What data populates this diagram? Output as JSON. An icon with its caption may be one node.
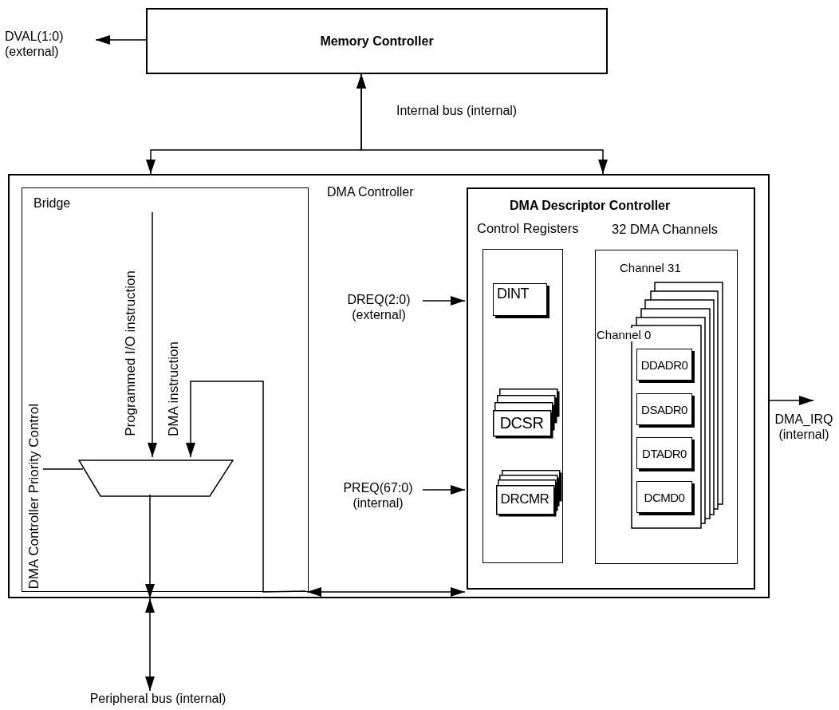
{
  "diagram": {
    "nodes": [
      {
        "text": [
          "DVAL(1:0) (external)"
        ]
      },
      {
        "text": [
          "Memory Controller"
        ]
      },
      {
        "text": [
          "DMA Controller"
        ]
      },
      {
        "text": [
          "Bridge"
        ],
        "in": 2
      },
      {
        "text": [
          "DMA Controller Priority Control"
        ],
        "in": 3
      },
      {
        "text": [],
        "shape": "trapezoid",
        "in": 3
      },
      {
        "text": [
          "DREQ(2:0) (external)"
        ],
        "in": 2
      },
      {
        "text": [
          "PREQ(67:0) (internal)"
        ],
        "in": 2
      },
      {
        "text": [
          "DMA Descriptor Controller"
        ],
        "in": 2
      },
      {
        "text": [
          "Control Registers"
        ],
        "in": 8
      },
      {
        "text": [
          "DINT"
        ],
        "in": 9
      },
      {
        "text": [
          "DCSR"
        ],
        "in": 9
      },
      {
        "text": [
          "DRCMR"
        ],
        "in": 9
      },
      {
        "text": [
          "32 DMA Channels"
        ],
        "in": 8
      },
      {
        "text": [
          "Channel 31",
          "Channel 0"
        ],
        "in": 13
      },
      {
        "text": [
          "DDADR0"
        ],
        "in": 14
      },
      {
        "text": [
          "DSADR0"
        ],
        "in": 14
      },
      {
        "text": [
          "DTADR0"
        ],
        "in": 14
      },
      {
        "text": [
          "DCMD0"
        ],
        "in": 14
      },
      {
        "text": [
          "DMA_IRQ (internal)"
        ]
      },
      {
        "text": [
          "Peripheral bus (internal)"
        ]
      }
    ],
    "edges": [
      {
        "from": 1,
        "to": 0,
        "arrow": "to"
      },
      {
        "from": 1,
        "to": 2,
        "arrow": "both",
        "label": "Internal bus (internal)"
      },
      {
        "from": 1,
        "to": 2,
        "arrow": "both"
      },
      {
        "from": null,
        "to": 5,
        "arrow": "to",
        "label": "Programmed I/O instruction"
      },
      {
        "from": null,
        "to": 5,
        "arrow": "to",
        "label": "DMA instruction"
      },
      {
        "from": 4,
        "to": 5,
        "arrow": "none"
      },
      {
        "from": 6,
        "to": 8,
        "arrow": "to"
      },
      {
        "from": 7,
        "to": 8,
        "arrow": "to"
      },
      {
        "from": 3,
        "to": 8,
        "arrow": "both"
      },
      {
        "from": 5,
        "to": 2,
        "arrow": "to"
      },
      {
        "from": 2,
        "to": 20,
        "arrow": "both"
      },
      {
        "from": 2,
        "to": 19,
        "arrow": "to"
      }
    ]
  }
}
